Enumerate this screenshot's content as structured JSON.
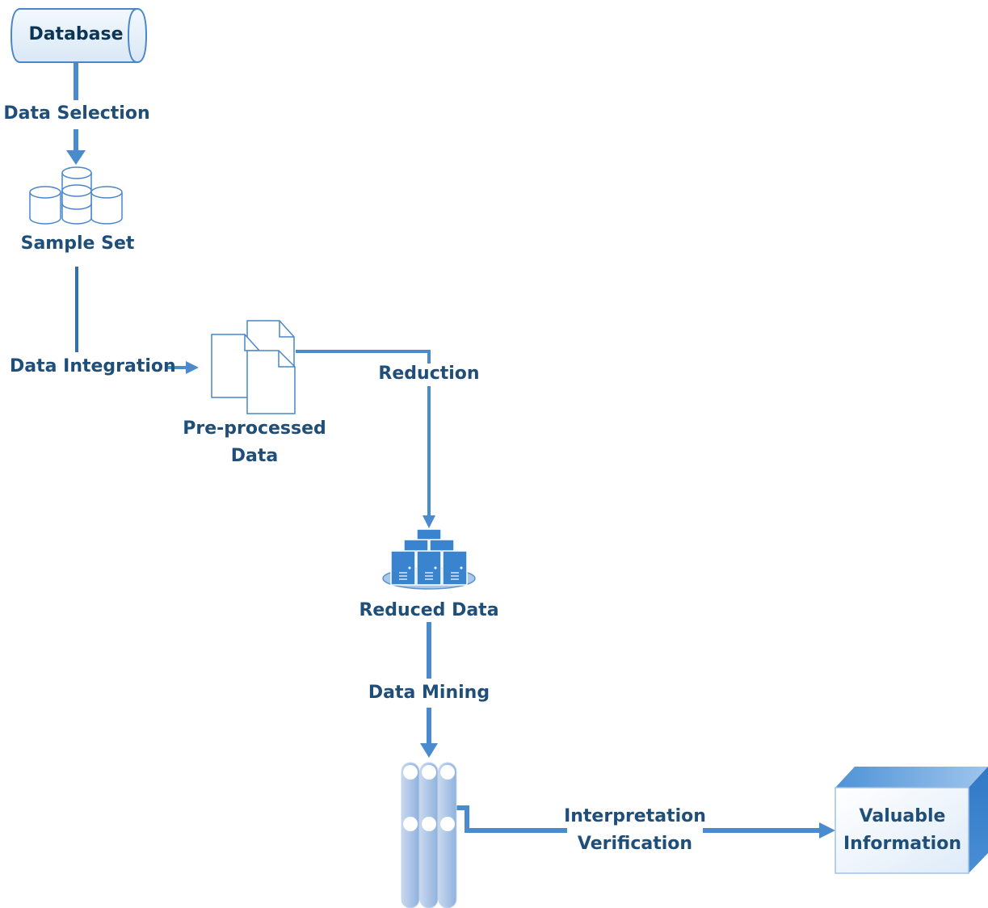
{
  "diagram": {
    "nodes": {
      "database": "Database",
      "sample_set": "Sample Set",
      "preprocessed": [
        "Pre-processed",
        "Data"
      ],
      "reduced": "Reduced Data",
      "valuable": [
        "Valuable",
        "Information"
      ]
    },
    "edges": {
      "data_selection": "Data Selection",
      "data_integration": "Data Integration",
      "reduction": "Reduction",
      "data_mining": "Data Mining",
      "interpretation": [
        "Interpretation",
        "Verification"
      ]
    },
    "colors": {
      "connector": "#4a8bd0",
      "label": "#1f4e79",
      "icon_stroke": "#4a86c8",
      "server_fill": "#3a84cf"
    }
  }
}
